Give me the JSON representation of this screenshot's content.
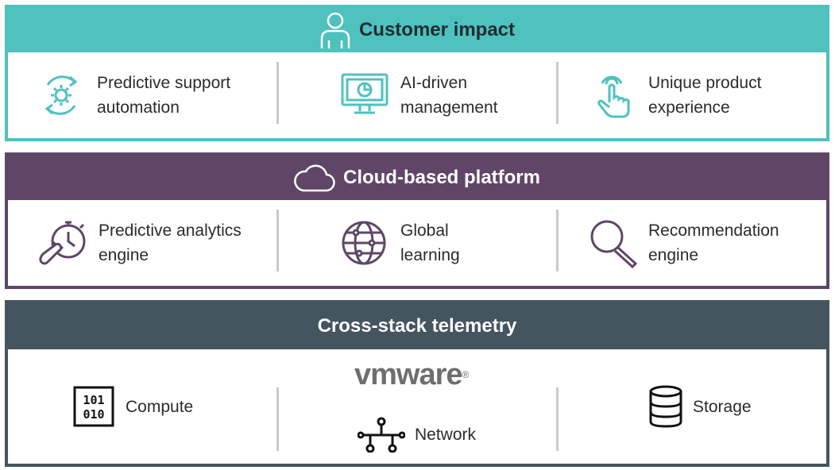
{
  "colors": {
    "teal": "#4fc1be",
    "purple": "#5f4667",
    "slate": "#44555f",
    "divider": "#c9c9c9",
    "text": "#2b2b2b"
  },
  "customer_impact": {
    "title": "Customer impact",
    "title_icon": "person-icon",
    "items": [
      {
        "line1": "Predictive support",
        "line2": "automation",
        "icon": "gear-refresh-icon"
      },
      {
        "line1": "AI-driven",
        "line2": "management",
        "icon": "monitor-chart-icon"
      },
      {
        "line1": "Unique product",
        "line2": "experience",
        "icon": "touch-hand-icon"
      }
    ]
  },
  "cloud_platform": {
    "title": "Cloud-based platform",
    "title_icon": "cloud-icon",
    "items": [
      {
        "line1": "Predictive analytics",
        "line2": "engine",
        "icon": "stopwatch-wrench-icon"
      },
      {
        "line1": "Global",
        "line2": "learning",
        "icon": "globe-network-icon"
      },
      {
        "line1": "Recommendation",
        "line2": "engine",
        "icon": "magnifier-icon"
      }
    ]
  },
  "telemetry": {
    "title": "Cross-stack telemetry",
    "logo": "vmware",
    "items": [
      {
        "label": "Compute",
        "icon": "binary-chip-icon"
      },
      {
        "label": "Network",
        "icon": "network-topology-icon"
      },
      {
        "label": "Storage",
        "icon": "database-icon"
      }
    ]
  }
}
